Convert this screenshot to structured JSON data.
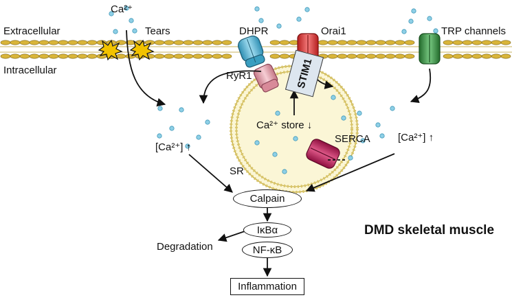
{
  "labels": {
    "ca_top": "Ca²⁺",
    "extracellular": "Extracellular",
    "intracellular": "Intracellular",
    "tears": "Tears",
    "dhpr": "DHPR",
    "orai1": "Orai1",
    "trp": "TRP channels",
    "ryr1": "RyR1",
    "stim1": "STIM1",
    "ca_store": "Ca²⁺ store ↓",
    "serca": "SERCA",
    "ca_left": "[Ca²⁺] ↑",
    "ca_right": "[Ca²⁺] ↑",
    "sr": "SR",
    "calpain": "Calpain",
    "ikba": "IκBα",
    "nfkb": "NF-κB",
    "degradation": "Degradation",
    "inflammation": "Inflammation",
    "title": "DMD skeletal muscle"
  },
  "colors": {
    "membrane": "#c9a227",
    "dhpr": "#5bb7d6",
    "ryr1": "#e7a0ad",
    "orai1": "#e23b3b",
    "trp": "#3c9a48",
    "serca": "#c2185b",
    "stim1": "#dde6ef",
    "sr_fill": "#fbf6d6",
    "calcium_dot": "#8ecfe6"
  }
}
